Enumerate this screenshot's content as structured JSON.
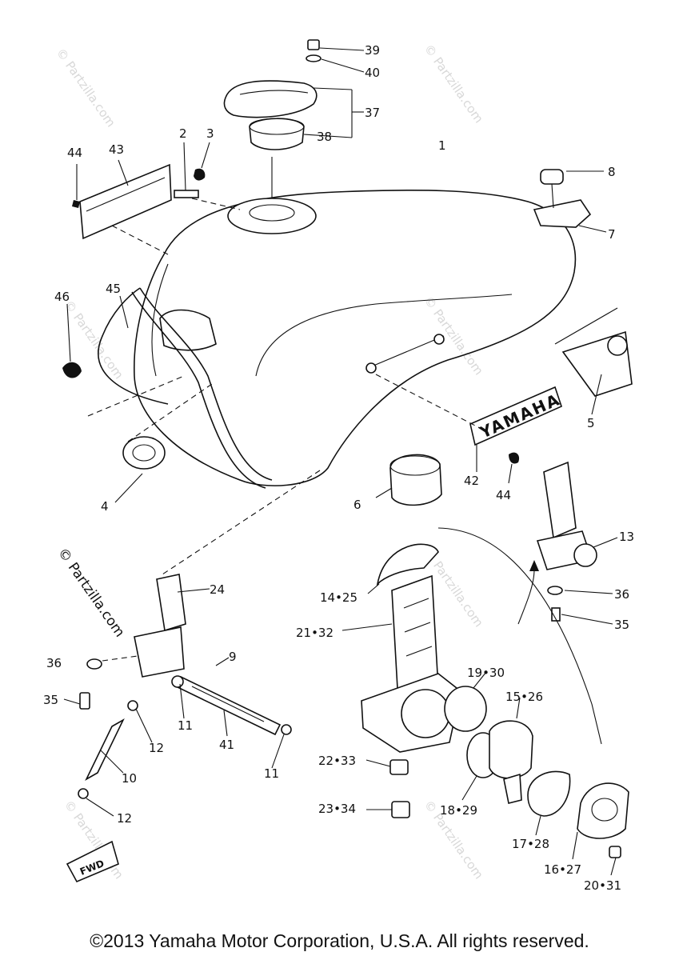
{
  "watermark": "© Partzilla.com",
  "badge_text": "YAMAHA",
  "fwd_text": "FWD",
  "copyright": "©2013 Yamaha Motor Corporation, U.S.A. All rights reserved.",
  "labels": {
    "p39": "39",
    "p40": "40",
    "p37": "37",
    "p38": "38",
    "p1": "1",
    "p44a": "44",
    "p43": "43",
    "p2": "2",
    "p3": "3",
    "p8": "8",
    "p7": "7",
    "p46": "46",
    "p45": "45",
    "p5": "5",
    "p4": "4",
    "p6": "6",
    "p42": "42",
    "p44b": "44",
    "p13": "13",
    "p24": "24",
    "p36a": "36",
    "p35a": "35",
    "p14_25": "14•25",
    "p21_32": "21•32",
    "p36b": "36",
    "p35b": "35",
    "p9": "9",
    "p19_30": "19•30",
    "p15_26": "15•26",
    "p12a": "12",
    "p11a": "11",
    "p41": "41",
    "p10": "10",
    "p11b": "11",
    "p22_33": "22•33",
    "p12b": "12",
    "p23_34": "23•34",
    "p18_29": "18•29",
    "p17_28": "17•28",
    "p16_27": "16•27",
    "p20_31": "20•31"
  }
}
